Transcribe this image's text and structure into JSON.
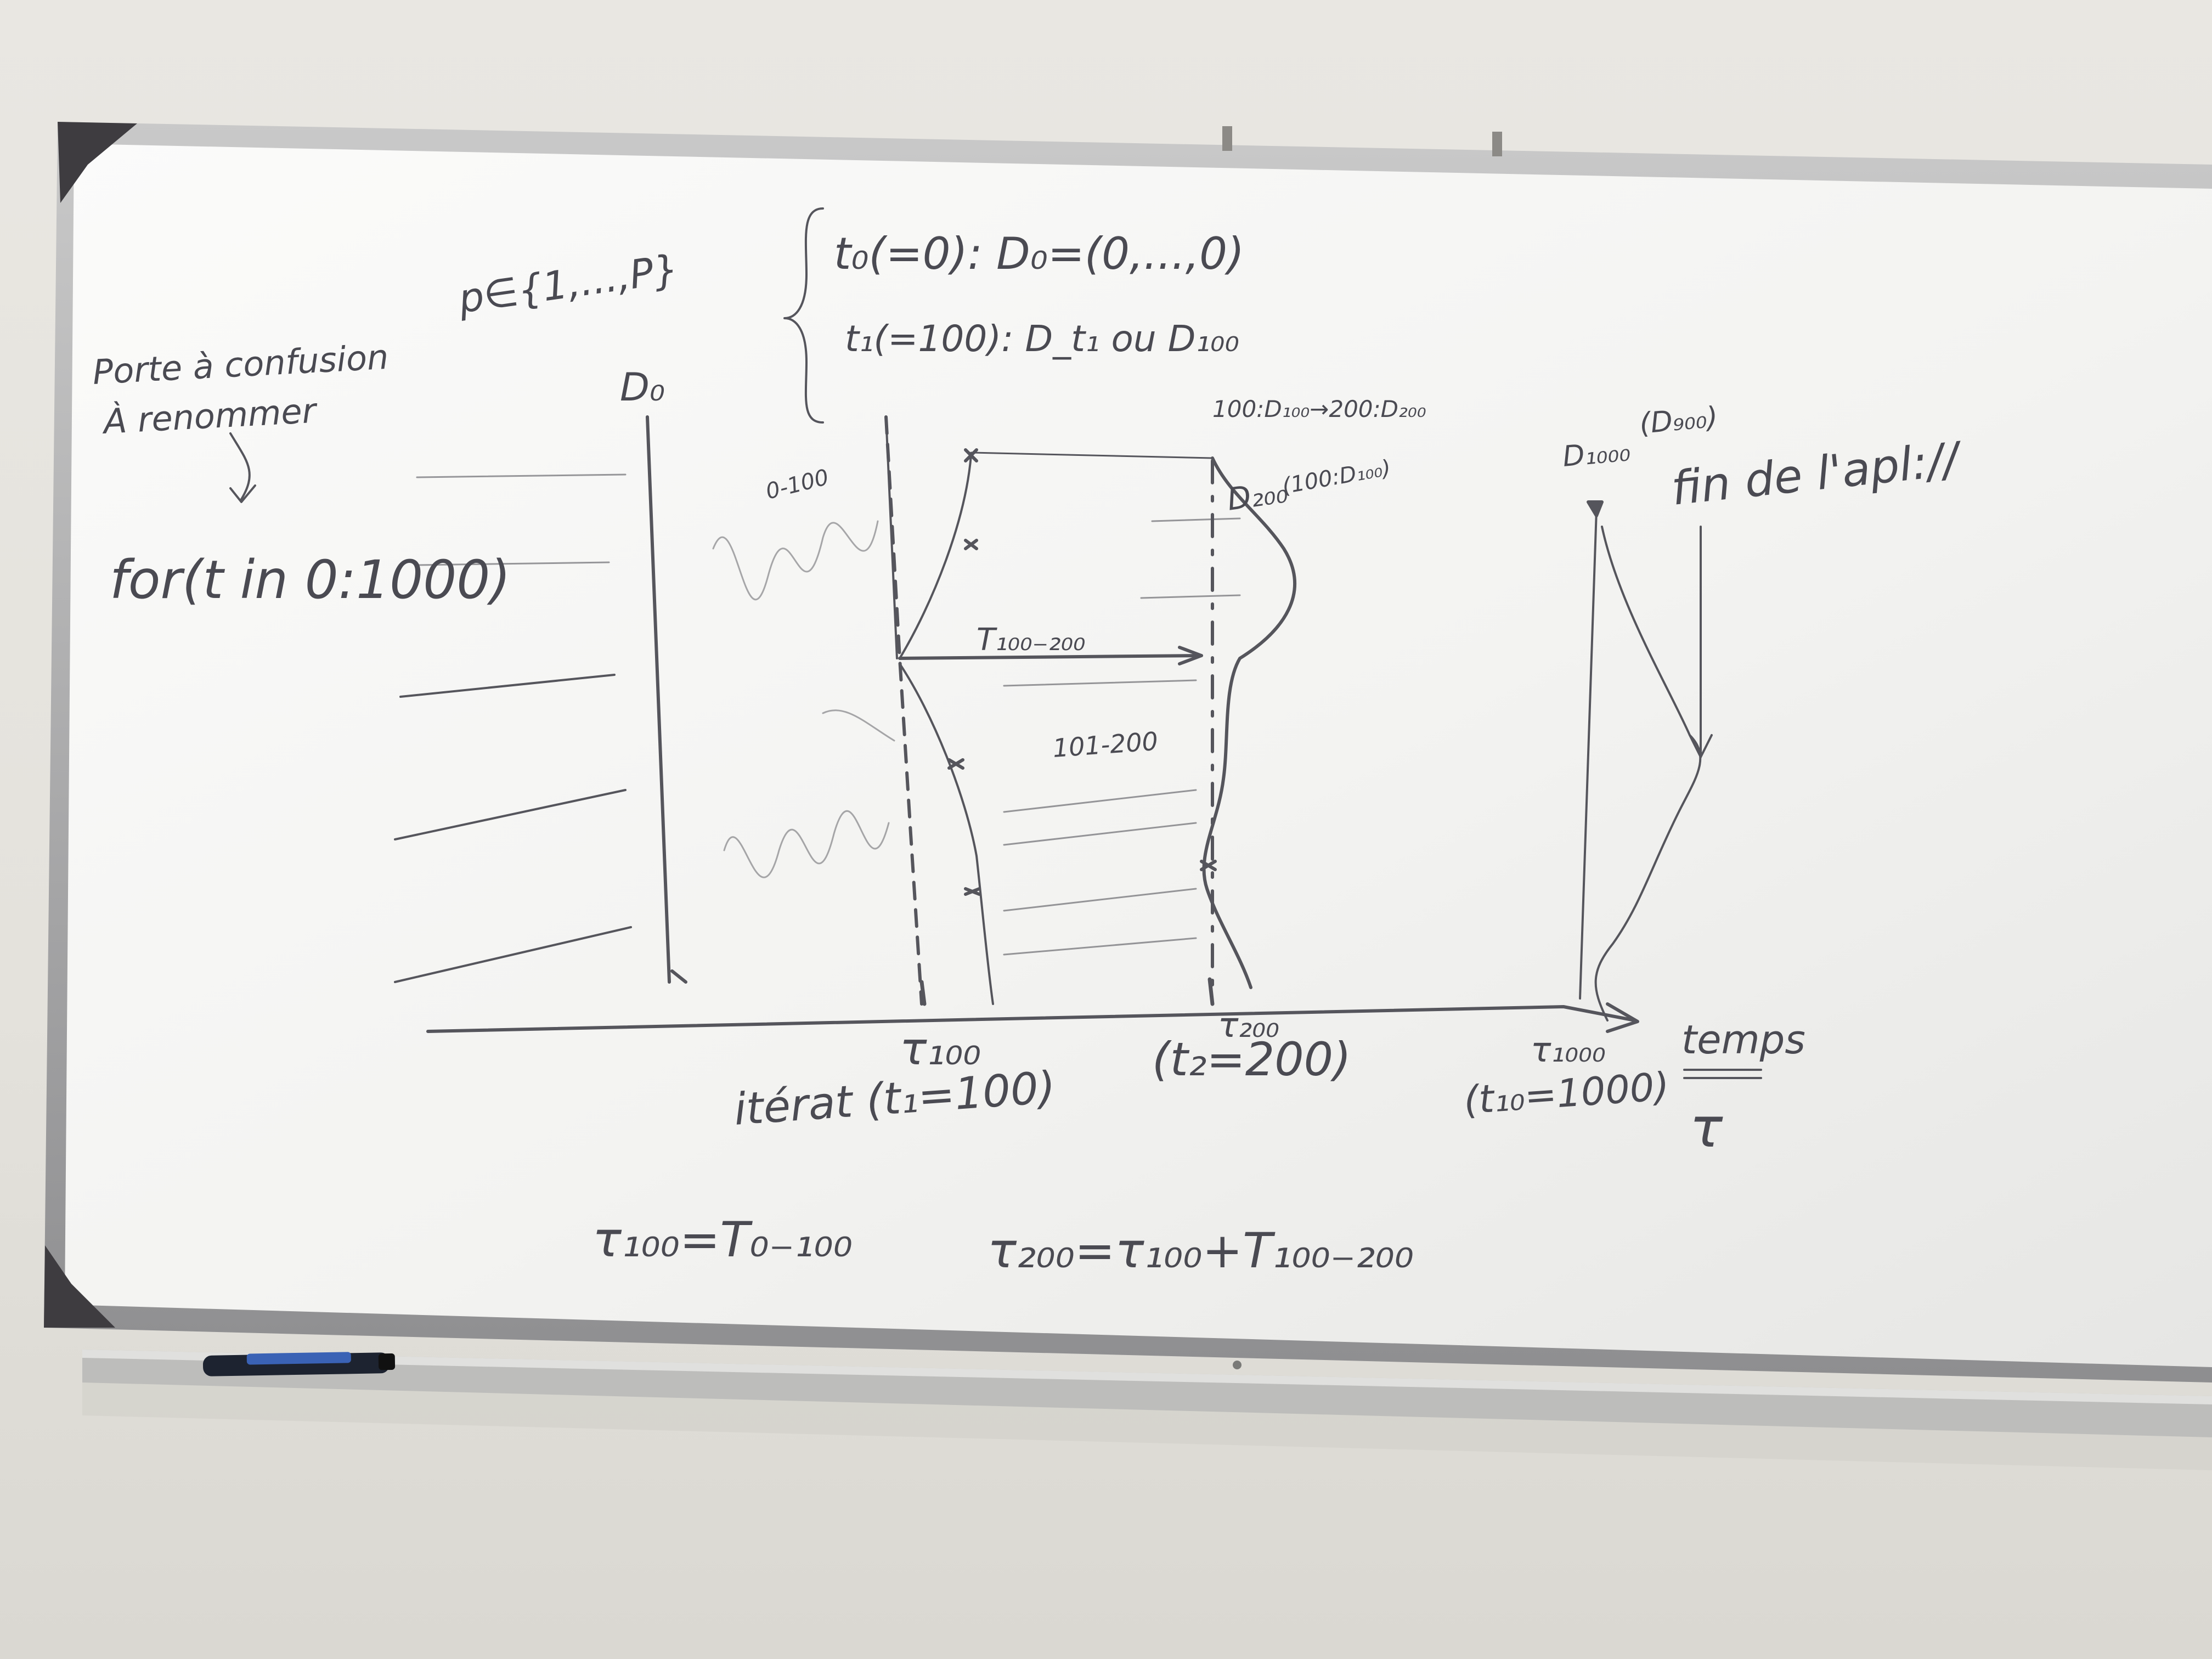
{
  "whiteboard": {
    "annotations": {
      "note_line1": "Porte à confusion",
      "note_line2": "À renommer",
      "for_loop": "for(t in 0:1000)",
      "p_set": "p∈{1,...,P}",
      "brace_line1": "t₀(=0): D₀=(0,...,0)",
      "brace_line2": "t₁(=100): D_t₁ ou D₁₀₀",
      "d0_label": "D₀",
      "range_label_left": "0-100",
      "mapping_top": "100:D₁₀₀→200:D₂₀₀",
      "d200_label": "D₂₀₀",
      "d200_note": "(100:D₁₀₀)",
      "t_100_200": "T₁₀₀₋₂₀₀",
      "range_101_200": "101-200",
      "d1000_label": "D₁₀₀₀",
      "d900_label": "(D₉₀₀)",
      "fin_label": "fin de l'apl://",
      "tau100": "τ₁₀₀",
      "iterat": "itérat (t₁=100)",
      "tau200": "τ₂₀₀",
      "t2_eq": "(t₂=200)",
      "tau1000": "τ₁₀₀₀",
      "t10_eq": "(t₁₀=1000)",
      "temps": "temps",
      "tau_symbol": "τ",
      "formula1": "τ₁₀₀=T₀₋₁₀₀",
      "formula2": "τ₂₀₀=τ₁₀₀+T₁₀₀₋₂₀₀"
    }
  }
}
